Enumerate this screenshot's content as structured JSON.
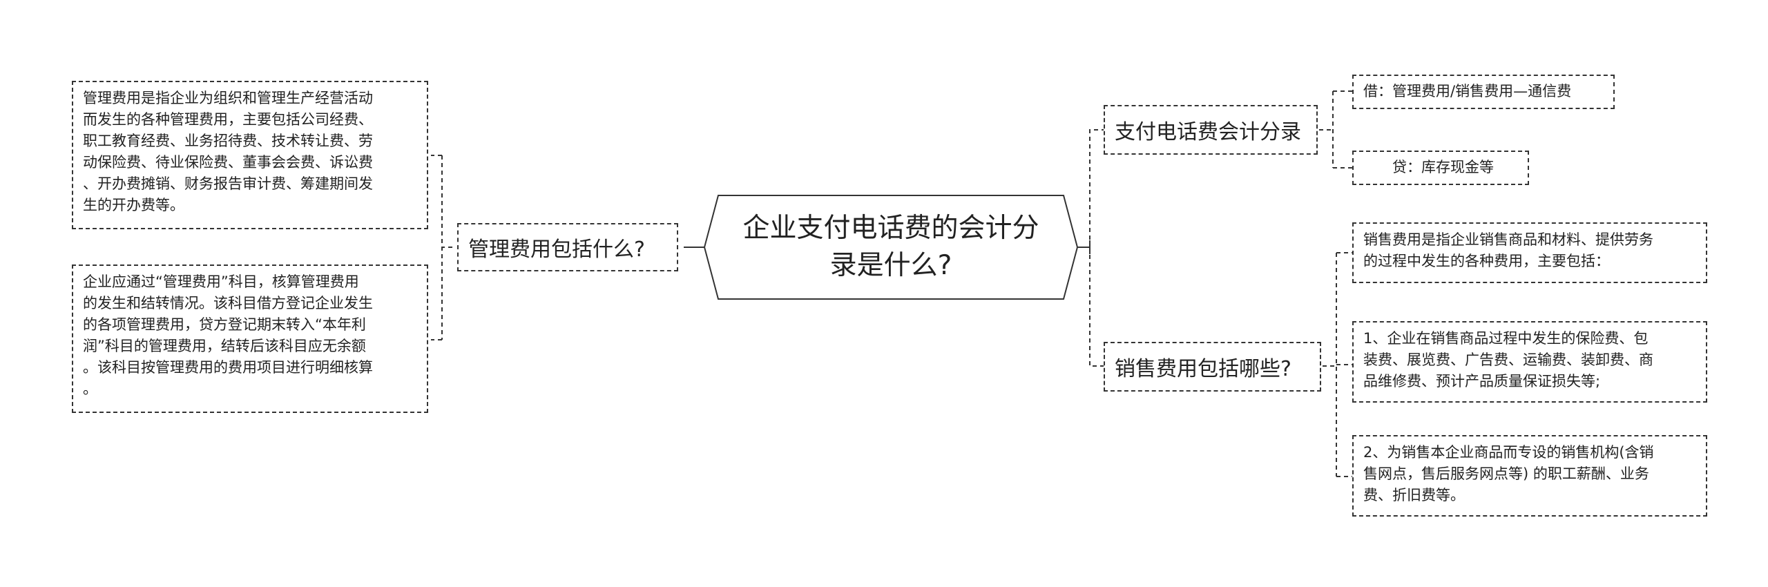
{
  "root": {
    "text": "企业支付电话费的会计分\n录是什么?"
  },
  "left": {
    "branch": "管理费用包括什么?",
    "leaves": [
      "管理费用是指企业为组织和管理生产经营活动\n而发生的各种管理费用，主要包括公司经费、\n职工教育经费、业务招待费、技术转让费、劳\n动保险费、待业保险费、董事会会费、诉讼费\n、开办费摊销、财务报告审计费、筹建期间发\n生的开办费等。",
      "企业应通过“管理费用”科目，核算管理费用\n的发生和结转情况。该科目借方登记企业发生\n的各项管理费用，贷方登记期末转入“本年利\n润”科目的管理费用，结转后该科目应无余额\n。该科目按管理费用的费用项目进行明细核算\n。"
    ]
  },
  "right": {
    "branch1": {
      "label": "支付电话费会计分录",
      "leaves": [
        "借：管理费用/销售费用—通信费",
        "　　贷：库存现金等"
      ]
    },
    "branch2": {
      "label": "销售费用包括哪些?",
      "leaves": [
        "销售费用是指企业销售商品和材料、提供劳务\n的过程中发生的各种费用，主要包括：",
        "1、企业在销售商品过程中发生的保险费、包\n装费、展览费、广告费、运输费、装卸费、商\n品维修费、预计产品质量保证损失等;",
        "2、为销售本企业商品而专设的销售机构(含销\n售网点，售后服务网点等) 的职工薪酬、业务\n费、折旧费等。"
      ]
    }
  }
}
